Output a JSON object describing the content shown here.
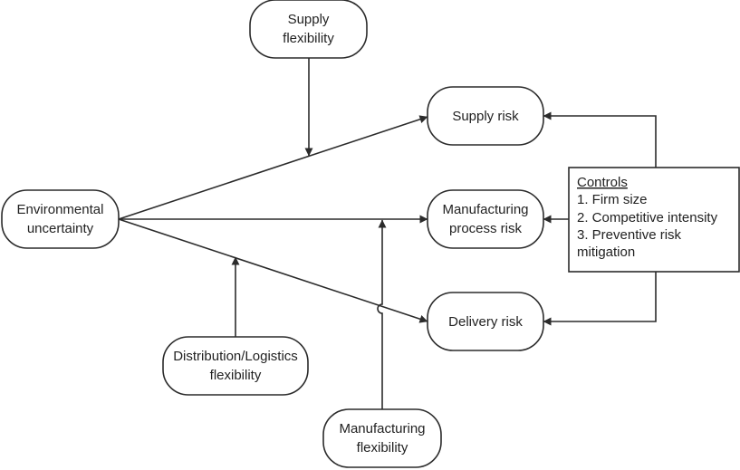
{
  "diagram": {
    "nodes": {
      "environmental_uncertainty": {
        "line1": "Environmental",
        "line2": "uncertainty"
      },
      "supply_flexibility": {
        "line1": "Supply",
        "line2": "flexibility"
      },
      "supply_risk": {
        "line1": "Supply risk"
      },
      "manufacturing_process_risk": {
        "line1": "Manufacturing",
        "line2": "process risk"
      },
      "delivery_risk": {
        "line1": "Delivery risk"
      },
      "distribution_logistics_flexibility": {
        "line1": "Distribution/Logistics",
        "line2": "flexibility"
      },
      "manufacturing_flexibility": {
        "line1": "Manufacturing",
        "line2": "flexibility"
      }
    },
    "controls": {
      "title": "Controls",
      "items": [
        "1. Firm size",
        "2. Competitive intensity",
        "3. Preventive risk",
        "mitigation"
      ]
    },
    "edges": [
      {
        "from": "Environmental uncertainty",
        "to": "Supply risk"
      },
      {
        "from": "Environmental uncertainty",
        "to": "Manufacturing process risk"
      },
      {
        "from": "Environmental uncertainty",
        "to": "Delivery risk"
      },
      {
        "from": "Supply flexibility",
        "to": "Environmental uncertainty → Supply risk"
      },
      {
        "from": "Distribution/Logistics flexibility",
        "to": "Environmental uncertainty → Delivery risk"
      },
      {
        "from": "Manufacturing flexibility",
        "to": "Environmental uncertainty → Manufacturing process risk"
      },
      {
        "from": "Controls",
        "to": "Supply risk"
      },
      {
        "from": "Controls",
        "to": "Manufacturing process risk"
      },
      {
        "from": "Controls",
        "to": "Delivery risk"
      }
    ]
  }
}
